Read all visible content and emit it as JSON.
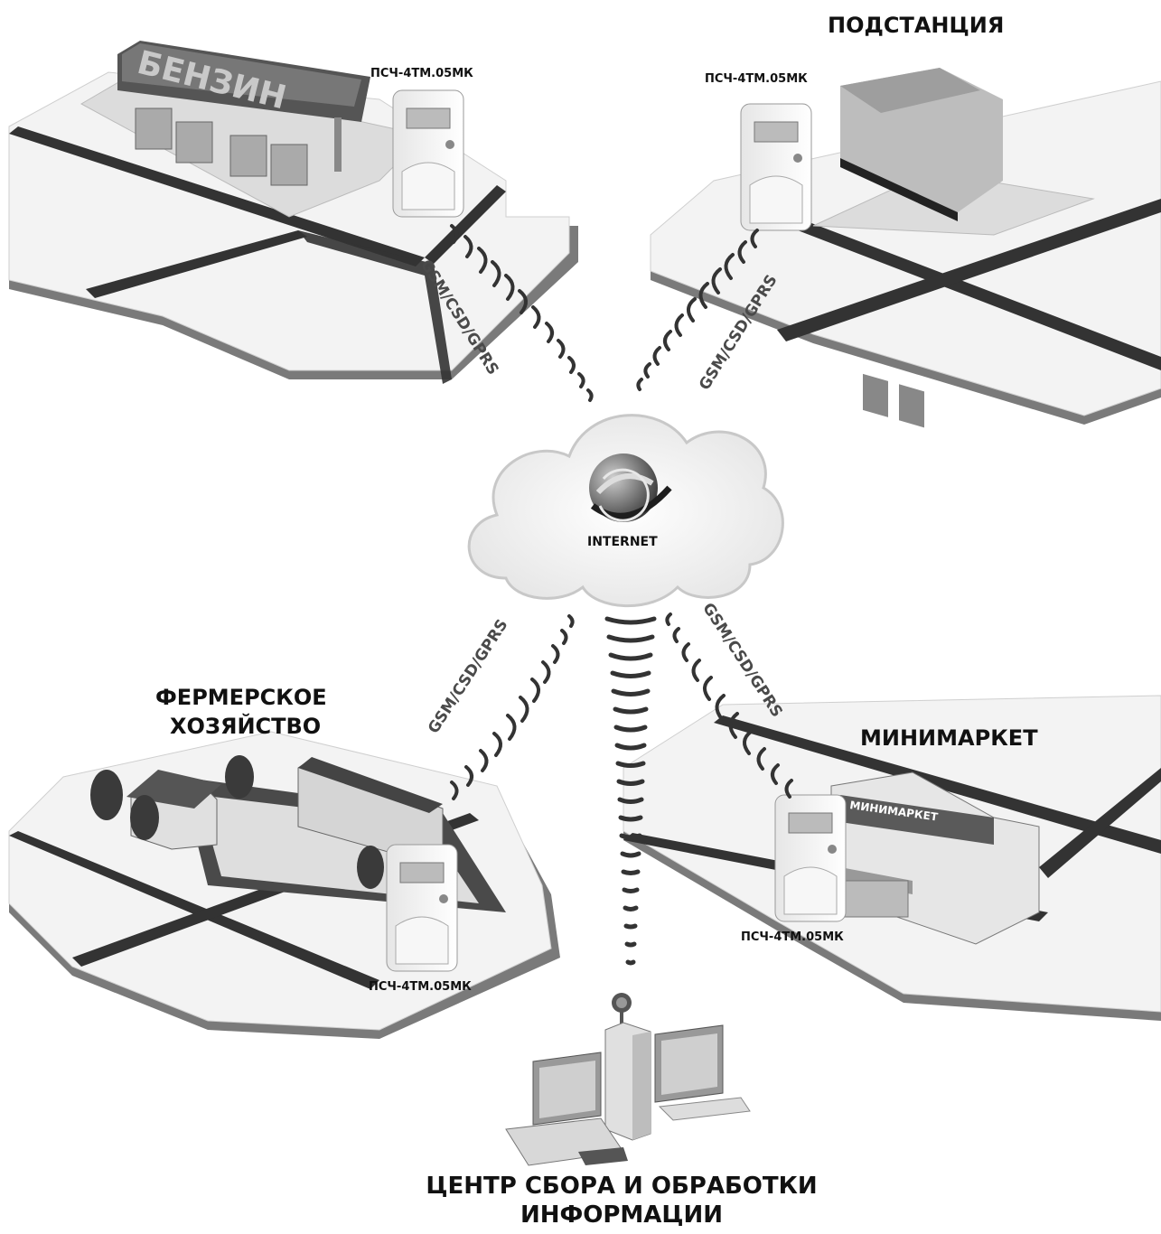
{
  "sites": {
    "gas_station": {
      "title": "",
      "sign": "БЕНЗИН",
      "meter": "ПСЧ-4ТМ.05МК"
    },
    "substation": {
      "title": "ПОДСТАНЦИЯ",
      "meter": "ПСЧ-4ТМ.05МК"
    },
    "farm": {
      "title_line1": "ФЕРМЕРСКОЕ",
      "title_line2": "ХОЗЯЙСТВО",
      "meter": "ПСЧ-4ТМ.05МК"
    },
    "minimarket": {
      "title": "МИНИМАРКЕТ",
      "sign": "МИНИМАРКЕТ",
      "meter": "ПСЧ-4ТМ.05МК"
    }
  },
  "links": {
    "top_left": "GSM/CSD/GPRS",
    "top_right": "GSM/CSD/GPRS",
    "bottom_left": "GSM/CSD/GPRS",
    "bottom_right": "GSM/CSD/GPRS"
  },
  "cloud": {
    "label": "INTERNET"
  },
  "center": {
    "line1": "ЦЕНТР СБОРА И ОБРАБОТКИ",
    "line2": "ИНФОРМАЦИИ"
  }
}
